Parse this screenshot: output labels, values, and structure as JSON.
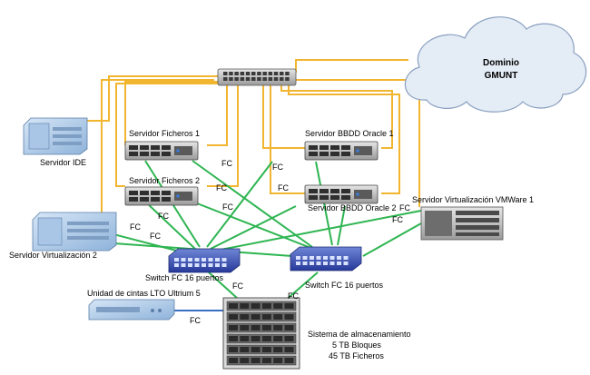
{
  "cloud": {
    "line1": "Dominio",
    "line2": "GMUNT"
  },
  "labels": {
    "servidor_ide": "Servidor IDE",
    "servidor_ficheros_1": "Servidor Ficheros 1",
    "servidor_ficheros_2": "Servidor Ficheros 2",
    "servidor_bbdd_oracle_1": "Servidor BBDD Oracle 1",
    "servidor_bbdd_oracle_2": "Servidor BBDD Oracle 2",
    "servidor_virtualizacion_2": "Servidor Virtualización 2",
    "servidor_virtualizacion_vmware_1": "Servidor Virtualización VMWare 1",
    "switch_left": "Switch FC 16 puertos",
    "switch_right": "Switch FC 16 puertos",
    "unidad_cintas": "Unidad de cintas LTO Ultrium 5",
    "storage_title": "Sistema de almacenamiento",
    "storage_line2": "5 TB Bloques",
    "storage_line3": "45 TB Ficheros"
  },
  "fc_label": "FC",
  "colors": {
    "ethernet": "#f2b530",
    "fibre_channel": "#2eb551",
    "tape_link": "#3a6fc4",
    "switch_blue": "#3350b0",
    "server_light_blue": "#b9d4ee"
  },
  "icons": [
    "cloud-icon",
    "ethernet-switch-icon",
    "rack-server-icon",
    "tower-server-icon",
    "fc-switch-icon",
    "tape-drive-icon",
    "storage-array-icon"
  ]
}
